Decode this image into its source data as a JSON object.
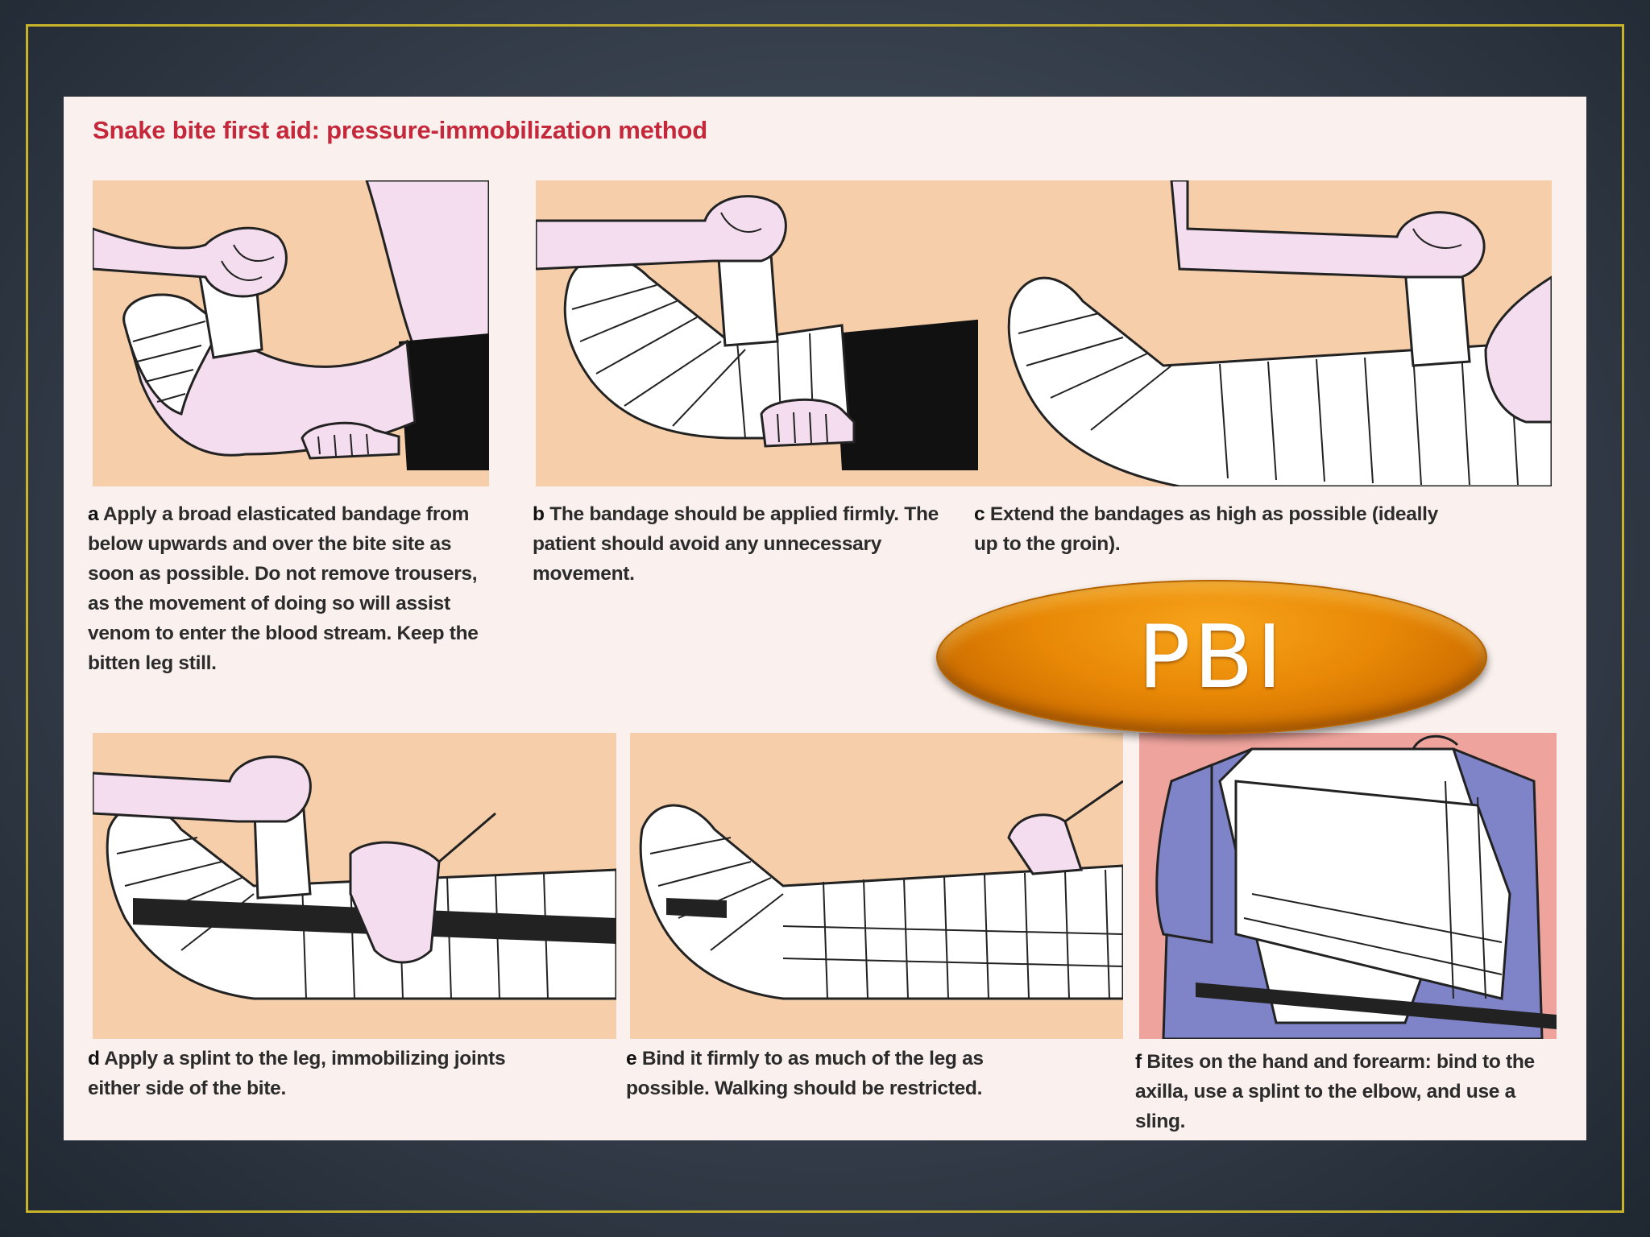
{
  "slide": {
    "title": "Snake bite first aid: pressure-immobilization method",
    "badge_label": "PBI"
  },
  "steps": [
    {
      "letter": "a",
      "text": "Apply a broad elasticated bandage from below upwards and over the bite site as soon as possible. Do not remove trousers, as the movement of doing so will assist venom to enter the blood stream. Keep the bitten leg still."
    },
    {
      "letter": "b",
      "text": "The bandage should be applied firmly. The patient should avoid any unnecessary movement."
    },
    {
      "letter": "c",
      "text": "Extend the bandages as high as possible (ideally up to the groin)."
    },
    {
      "letter": "d",
      "text": "Apply a splint to the leg, immobilizing joints either side of the bite."
    },
    {
      "letter": "e",
      "text": "Bind it firmly to as much of the leg as possible. Walking should be restricted."
    },
    {
      "letter": "f",
      "text": "Bites on the hand and forearm: bind to the axilla, use a splint to the elbow, and use a sling."
    }
  ],
  "colors": {
    "panel_bg": "#f6cfaa",
    "panel_f_bg": "#eea39c",
    "title_red": "#c4283a",
    "badge_orange": "#e88806",
    "frame_gold": "#c8b42a"
  }
}
